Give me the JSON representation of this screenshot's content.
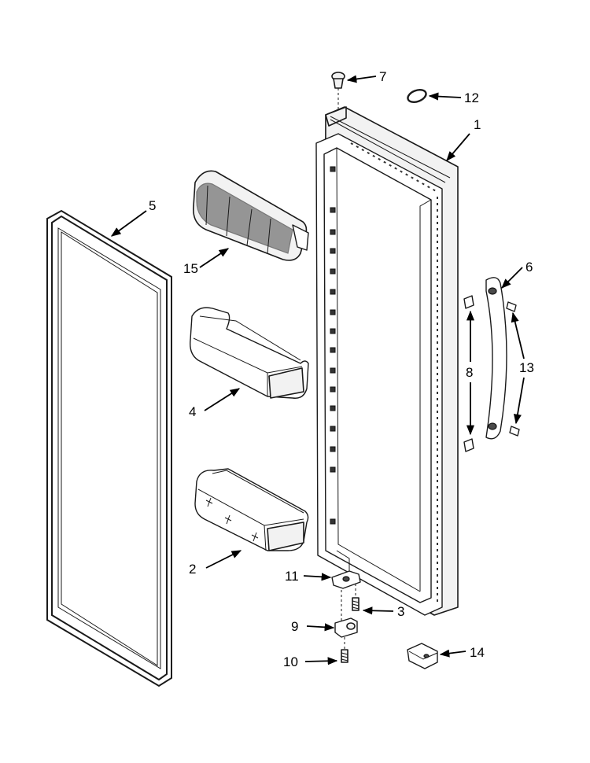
{
  "diagram": {
    "type": "exploded-parts-view",
    "callouts": [
      {
        "id": "c1",
        "label": "1"
      },
      {
        "id": "c2",
        "label": "2"
      },
      {
        "id": "c3",
        "label": "3"
      },
      {
        "id": "c4",
        "label": "4"
      },
      {
        "id": "c5",
        "label": "5"
      },
      {
        "id": "c6",
        "label": "6"
      },
      {
        "id": "c7",
        "label": "7"
      },
      {
        "id": "c8",
        "label": "8"
      },
      {
        "id": "c9",
        "label": "9"
      },
      {
        "id": "c10",
        "label": "10"
      },
      {
        "id": "c11",
        "label": "11"
      },
      {
        "id": "c12",
        "label": "12"
      },
      {
        "id": "c13",
        "label": "13"
      },
      {
        "id": "c14",
        "label": "14"
      },
      {
        "id": "c15",
        "label": "15"
      }
    ]
  }
}
